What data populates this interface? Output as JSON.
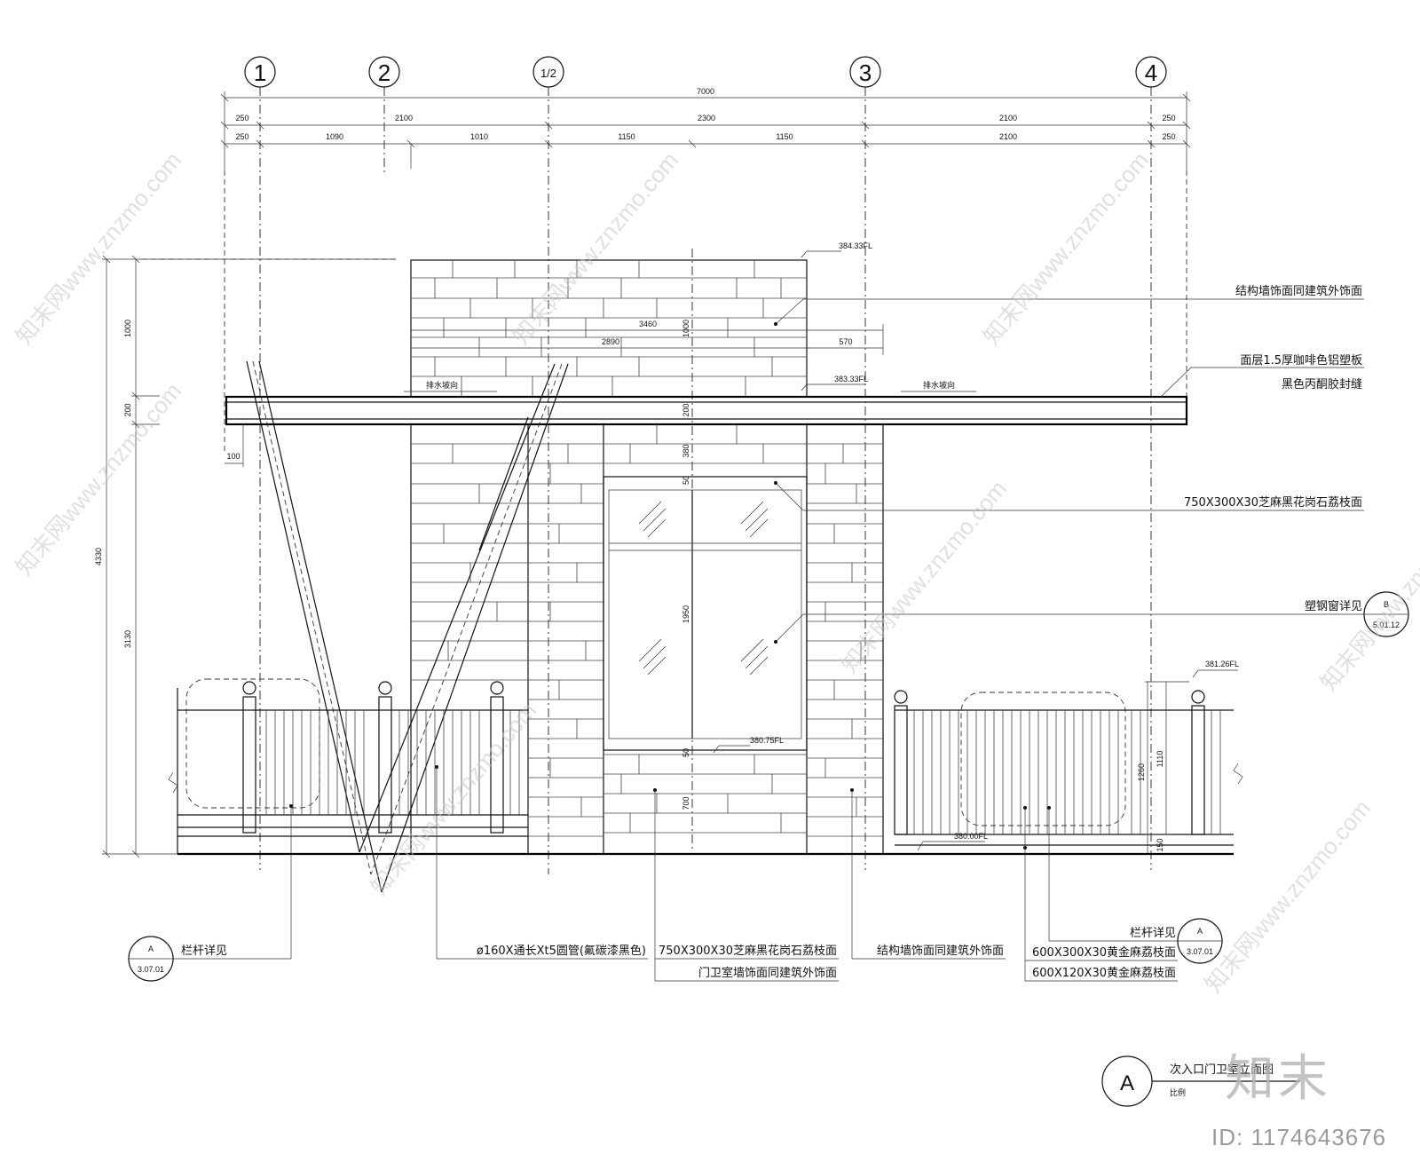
{
  "axes": [
    {
      "label": "1"
    },
    {
      "label": "2"
    },
    {
      "label": "1/2"
    },
    {
      "label": "3"
    },
    {
      "label": "4"
    }
  ],
  "dimensions": {
    "total": "7000",
    "row1": [
      "250",
      "2100",
      "2300",
      "2100",
      "250"
    ],
    "row2": [
      "250",
      "1090",
      "1010",
      "1150",
      "1150",
      "2100",
      "250"
    ],
    "left_total": "4330",
    "left_parts": [
      "1000",
      "200",
      "3130"
    ],
    "roof_small": "100",
    "center_vertical": [
      "1000",
      "200",
      "380",
      "50",
      "1950",
      "50",
      "700"
    ],
    "wall_top": "3460",
    "wall_sub": [
      "2890",
      "570"
    ],
    "rail_right": [
      "1260",
      "1110",
      "150"
    ]
  },
  "elevations": {
    "top": "384.33FL",
    "roof": "383.33FL",
    "sill": "380.75FL",
    "rail": "381.26FL",
    "ground": "380.00FL"
  },
  "notes": {
    "drain_left": "排水坡向",
    "drain_right": "排水坡向"
  },
  "labels_right": {
    "wall_finish": "结构墙饰面同建筑外饰面",
    "roof_panel": "面层1.5厚咖啡色铝塑板",
    "roof_seal": "黑色丙酮胶封缝",
    "granite": "750X300X30芝麻黑花岗石荔枝面",
    "window": "塑钢窗详见"
  },
  "window_ref": {
    "letter": "B",
    "sheet": "5.01.12"
  },
  "labels_bottom": {
    "rail_left": "栏杆详见",
    "pipe": "ø160X通长Xt5圆管(氟碳漆黑色)",
    "granite": "750X300X30芝麻黑花岗石荔枝面",
    "guard_wall": "门卫室墙饰面同建筑外饰面",
    "struct_wall": "结构墙饰面同建筑外饰面",
    "rail_right": "栏杆详见",
    "stone1": "600X300X30黄金麻荔枝面",
    "stone2": "600X120X30黄金麻荔枝面"
  },
  "rail_ref_left": {
    "letter": "A",
    "sheet": "3.07.01"
  },
  "rail_ref_right": {
    "letter": "A",
    "sheet": "3.07.01"
  },
  "title": {
    "letter": "A",
    "name": "次入口门卫室立面图",
    "scale_label": "比例"
  },
  "watermark": {
    "text": "知末网www.znzmo.com",
    "logo": "知末",
    "id": "ID: 1174643676"
  }
}
